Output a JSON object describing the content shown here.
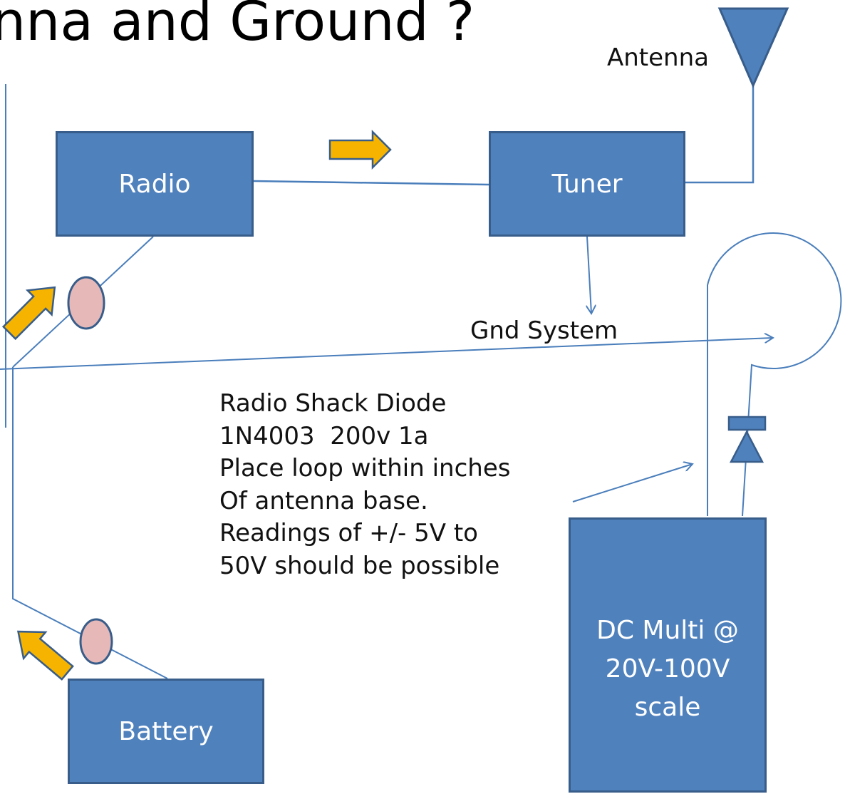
{
  "title": "nna and Ground ?",
  "labels": {
    "antenna": "Antenna",
    "gnd_system": "Gnd System"
  },
  "boxes": {
    "radio": "Radio",
    "tuner": "Tuner",
    "battery": "Battery",
    "multimeter_lines": [
      "DC Multi @",
      "20V-100V",
      "scale"
    ]
  },
  "note_lines": [
    "Radio Shack Diode",
    "1N4003  200v 1a",
    "Place loop within inches",
    "Of antenna base.",
    "Readings of +/- 5V to",
    "50V should be possible"
  ],
  "colors": {
    "box_fill": "#4f81bd",
    "box_border": "#385d8a",
    "arrow_fill": "#f6b400",
    "probe_fill": "#e6b9b8",
    "line": "#4a7ebb"
  },
  "icons": [
    "antenna-icon",
    "diode-icon",
    "current-arrow-icon",
    "probe-icon"
  ]
}
